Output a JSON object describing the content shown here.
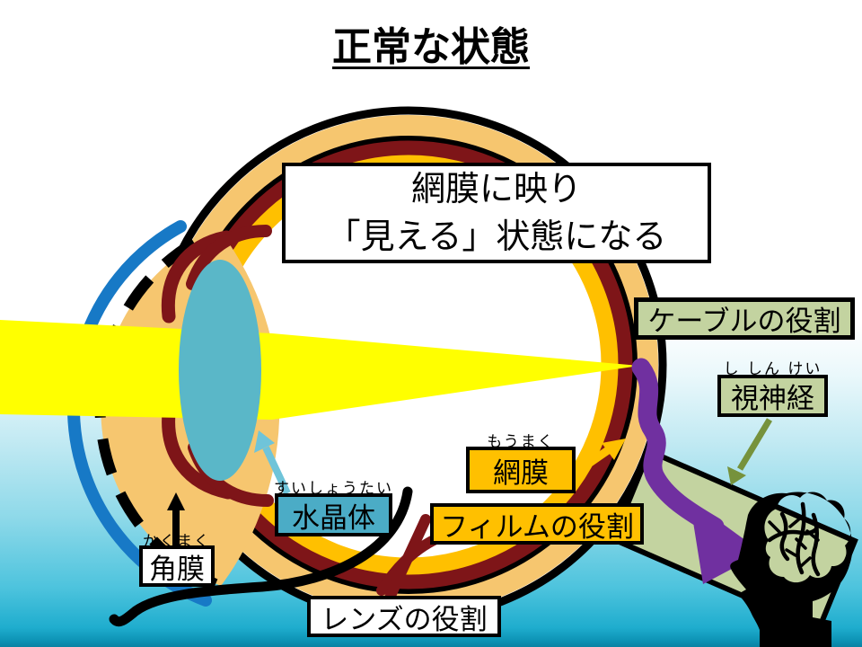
{
  "slide": {
    "title": "正常な状態",
    "caption_line1": "網膜に映り",
    "caption_line2": "「見える」状態になる"
  },
  "labels": {
    "cable_role": "ケーブルの役割",
    "optic_nerve": {
      "ruby": "し しん けい",
      "text": "視神経"
    },
    "retina": {
      "ruby": "もうまく",
      "text": "網膜"
    },
    "film_role": "フィルムの役割",
    "crystalline_lens": {
      "ruby": "すいしょうたい",
      "text": "水晶体"
    },
    "cornea": {
      "ruby": "かくまく",
      "text": "角膜"
    },
    "lens_role": "レンズの役割"
  },
  "colors": {
    "light_beam": "#ffff00",
    "lens_fill": "#5ab7c8",
    "lens_label_fill": "#4bacc6",
    "retina_ring": "#ffc000",
    "choroid_ring": "#7e1518",
    "sclera_ring": "#f6c66f",
    "cornea_arc": "#1779c6",
    "nerve_band": "#c3d3a0",
    "signal_arrow": "#7030a0",
    "olive_arrow": "#76923c",
    "background_bottom": "#1fadce"
  }
}
